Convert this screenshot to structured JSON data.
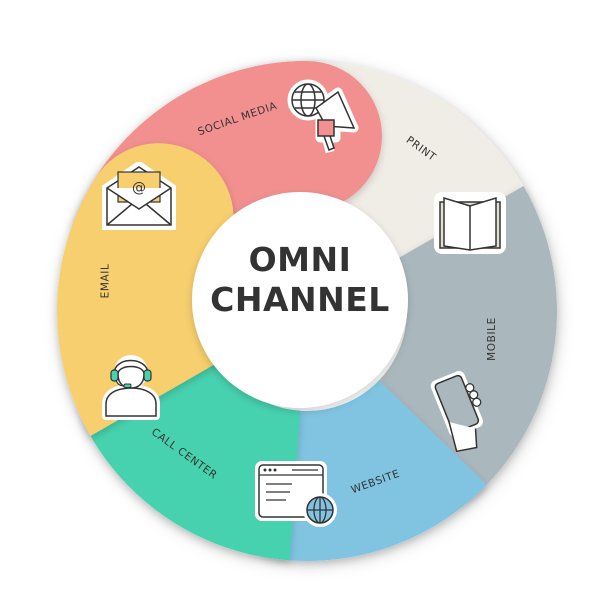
{
  "title": {
    "line1": "OMNI",
    "line2": "CHANNEL"
  },
  "segments": [
    {
      "id": "social-media",
      "label": "SOCIAL MEDIA",
      "color": "#F29090",
      "icon": "megaphone-globe-icon"
    },
    {
      "id": "print",
      "label": "PRINT",
      "color": "#F0EDE6",
      "icon": "open-book-icon"
    },
    {
      "id": "mobile",
      "label": "MOBILE",
      "color": "#AAB8BE",
      "icon": "hand-holding-phone-icon"
    },
    {
      "id": "website",
      "label": "WEBSITE",
      "color": "#80C4E1",
      "icon": "browser-globe-icon"
    },
    {
      "id": "call-center",
      "label": "CALL CENTER",
      "color": "#47D2AF",
      "icon": "headset-agent-icon"
    },
    {
      "id": "email",
      "label": "EMAIL",
      "color": "#F7CF6E",
      "icon": "envelope-at-icon"
    }
  ],
  "email_icon_symbol": "@",
  "colors": {
    "text": "#333333",
    "icon_stroke": "#333333",
    "center": "#FFFFFF"
  }
}
